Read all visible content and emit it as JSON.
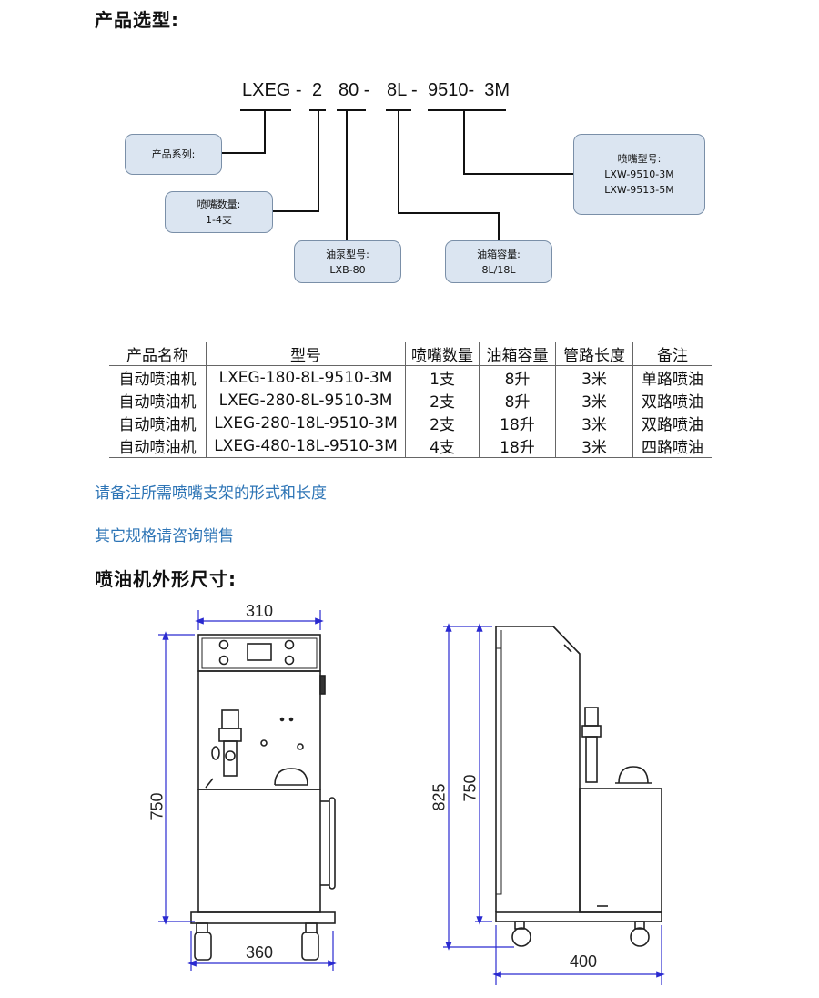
{
  "section1": {
    "title": "产品选型:"
  },
  "code": {
    "seg1": "LXEG -",
    "seg2": "2",
    "seg3": "80 -",
    "seg4": "8L -",
    "seg5": "9510-  3M"
  },
  "boxes": {
    "series": {
      "line1": "产品系列:"
    },
    "nozzle_qty": {
      "line1": "喷嘴数量:",
      "line2": "1-4支"
    },
    "pump": {
      "line1": "油泵型号:",
      "line2": "LXB-80"
    },
    "tank": {
      "line1": "油箱容量:",
      "line2": "8L/18L"
    },
    "nozzle_model": {
      "line1": "喷嘴型号:",
      "line2": "LXW-9510-3M",
      "line3": "LXW-9513-5M"
    }
  },
  "table": {
    "headers": [
      "产品名称",
      "型号",
      "喷嘴数量",
      "油箱容量",
      "管路长度",
      "备注"
    ],
    "rows": [
      [
        "自动喷油机",
        "LXEG-180-8L-9510-3M",
        "1支",
        "8升",
        "3米",
        "单路喷油"
      ],
      [
        "自动喷油机",
        "LXEG-280-8L-9510-3M",
        "2支",
        "8升",
        "3米",
        "双路喷油"
      ],
      [
        "自动喷油机",
        "LXEG-280-18L-9510-3M",
        "2支",
        "18升",
        "3米",
        "双路喷油"
      ],
      [
        "自动喷油机",
        "LXEG-480-18L-9510-3M",
        "4支",
        "18升",
        "3米",
        "四路喷油"
      ]
    ]
  },
  "notes": {
    "note1": "请备注所需喷嘴支架的形式和长度",
    "note2": "其它规格请咨询销售"
  },
  "section2": {
    "title": "喷油机外形尺寸:"
  },
  "dimensions": {
    "front_width_top": "310",
    "front_height": "750",
    "front_width_bottom": "360",
    "side_total_height": "825",
    "side_height": "750",
    "side_depth": "400"
  },
  "colors": {
    "box_fill": "#dbe5f1",
    "box_border": "#7a8fa8",
    "note_text": "#2e75b6",
    "dimension_line": "#2a2ad0"
  }
}
